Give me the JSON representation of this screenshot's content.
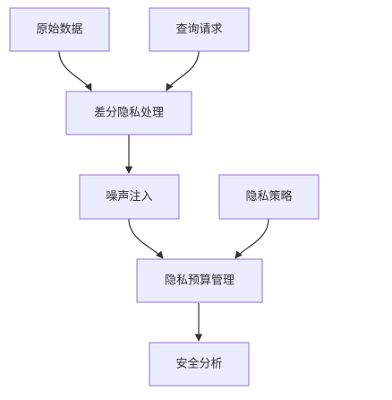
{
  "diagram": {
    "nodes": [
      {
        "id": "raw_data",
        "label": "原始数据"
      },
      {
        "id": "query_request",
        "label": "查询请求"
      },
      {
        "id": "dp_processing",
        "label": "差分隐私处理"
      },
      {
        "id": "noise_injection",
        "label": "噪声注入"
      },
      {
        "id": "privacy_policy",
        "label": "隐私策略"
      },
      {
        "id": "budget_management",
        "label": "隐私预算管理"
      },
      {
        "id": "secure_analysis",
        "label": "安全分析"
      }
    ],
    "edges": [
      {
        "from": "raw_data",
        "to": "dp_processing"
      },
      {
        "from": "query_request",
        "to": "dp_processing"
      },
      {
        "from": "dp_processing",
        "to": "noise_injection"
      },
      {
        "from": "noise_injection",
        "to": "budget_management"
      },
      {
        "from": "privacy_policy",
        "to": "budget_management"
      },
      {
        "from": "budget_management",
        "to": "secure_analysis"
      }
    ],
    "colors": {
      "node_fill": "#ECECFF",
      "node_stroke": "#9370DB",
      "edge": "#333333",
      "text": "#333333"
    }
  }
}
